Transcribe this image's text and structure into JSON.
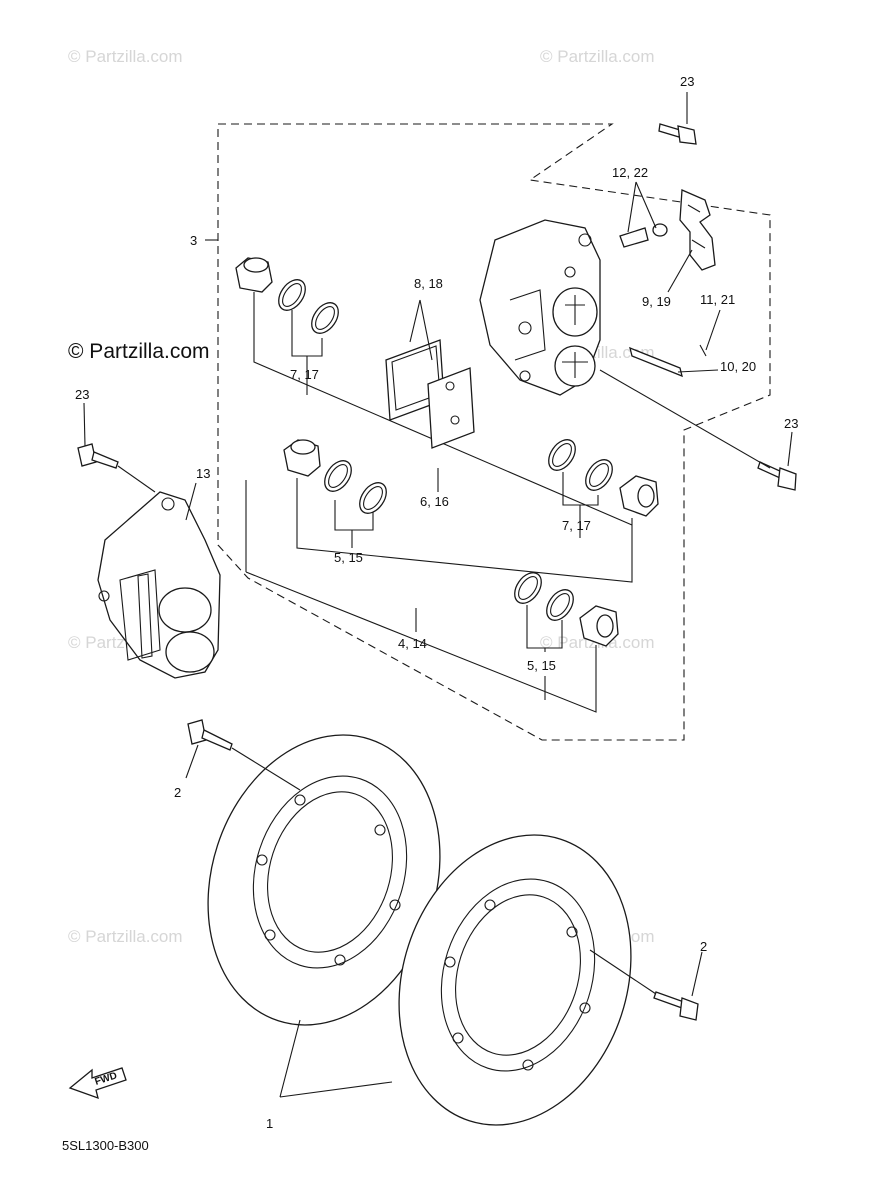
{
  "watermark": {
    "faint_text": "© Partzilla.com",
    "main_text": "© Partzilla.com"
  },
  "diagram_code": "5SL1300-B300",
  "fwd_label": "FWD",
  "callouts": {
    "c1": "1",
    "c2_left": "2",
    "c2_right": "2",
    "c3": "3",
    "c4_14": "4, 14",
    "c5_15_upper": "5, 15",
    "c5_15_lower": "5, 15",
    "c6_16": "6, 16",
    "c7_17_upper": "7, 17",
    "c7_17_lower": "7, 17",
    "c8_18": "8, 18",
    "c9_19": "9, 19",
    "c10_20": "10, 20",
    "c11_21": "11, 21",
    "c12_22": "12, 22",
    "c13": "13",
    "c23_top": "23",
    "c23_left": "23",
    "c23_right": "23"
  },
  "colors": {
    "line": "#1a1a1a",
    "watermark": "#d6d6d6",
    "background": "#ffffff"
  }
}
